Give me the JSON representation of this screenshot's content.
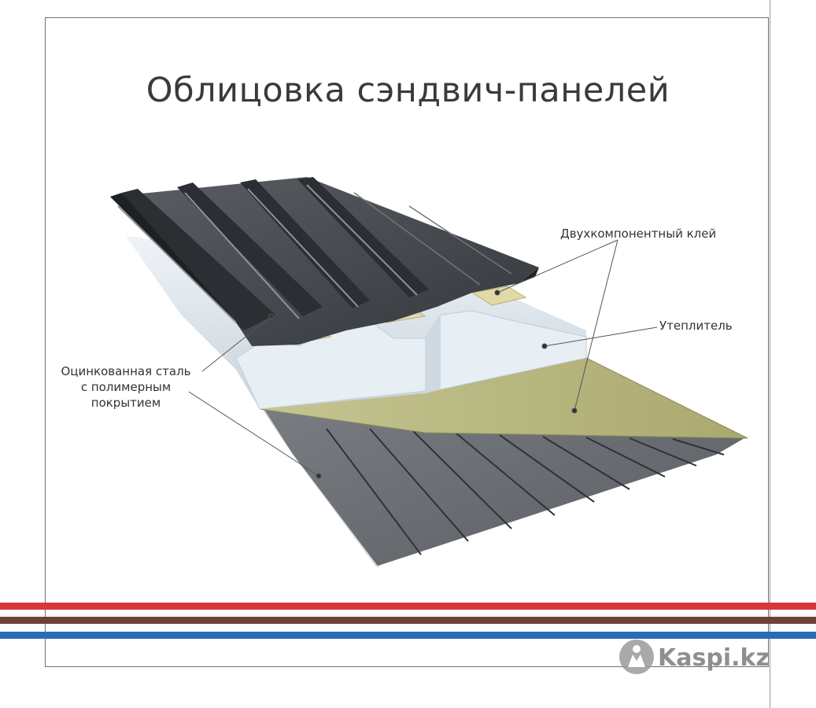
{
  "title": "Облицовка сэндвич-панелей",
  "callouts": {
    "adhesive": "Двухкомпонентный клей",
    "insulation": "Утеплитель",
    "steel": [
      "Оцинкованная сталь",
      "с полимерным",
      "покрытием"
    ]
  },
  "watermark": {
    "text": "Kaspi.kz",
    "icon": "kaspi-logo-icon"
  },
  "colors": {
    "steel_dark": "#3f4348",
    "steel_light": "#8c9096",
    "insulation": "#dde7ef",
    "adhesive": "#e2d9a8",
    "backing": "#bcbc84",
    "stripe_red": "#d9353a",
    "stripe_brown": "#6e4038",
    "stripe_blue": "#2a6bb8"
  }
}
